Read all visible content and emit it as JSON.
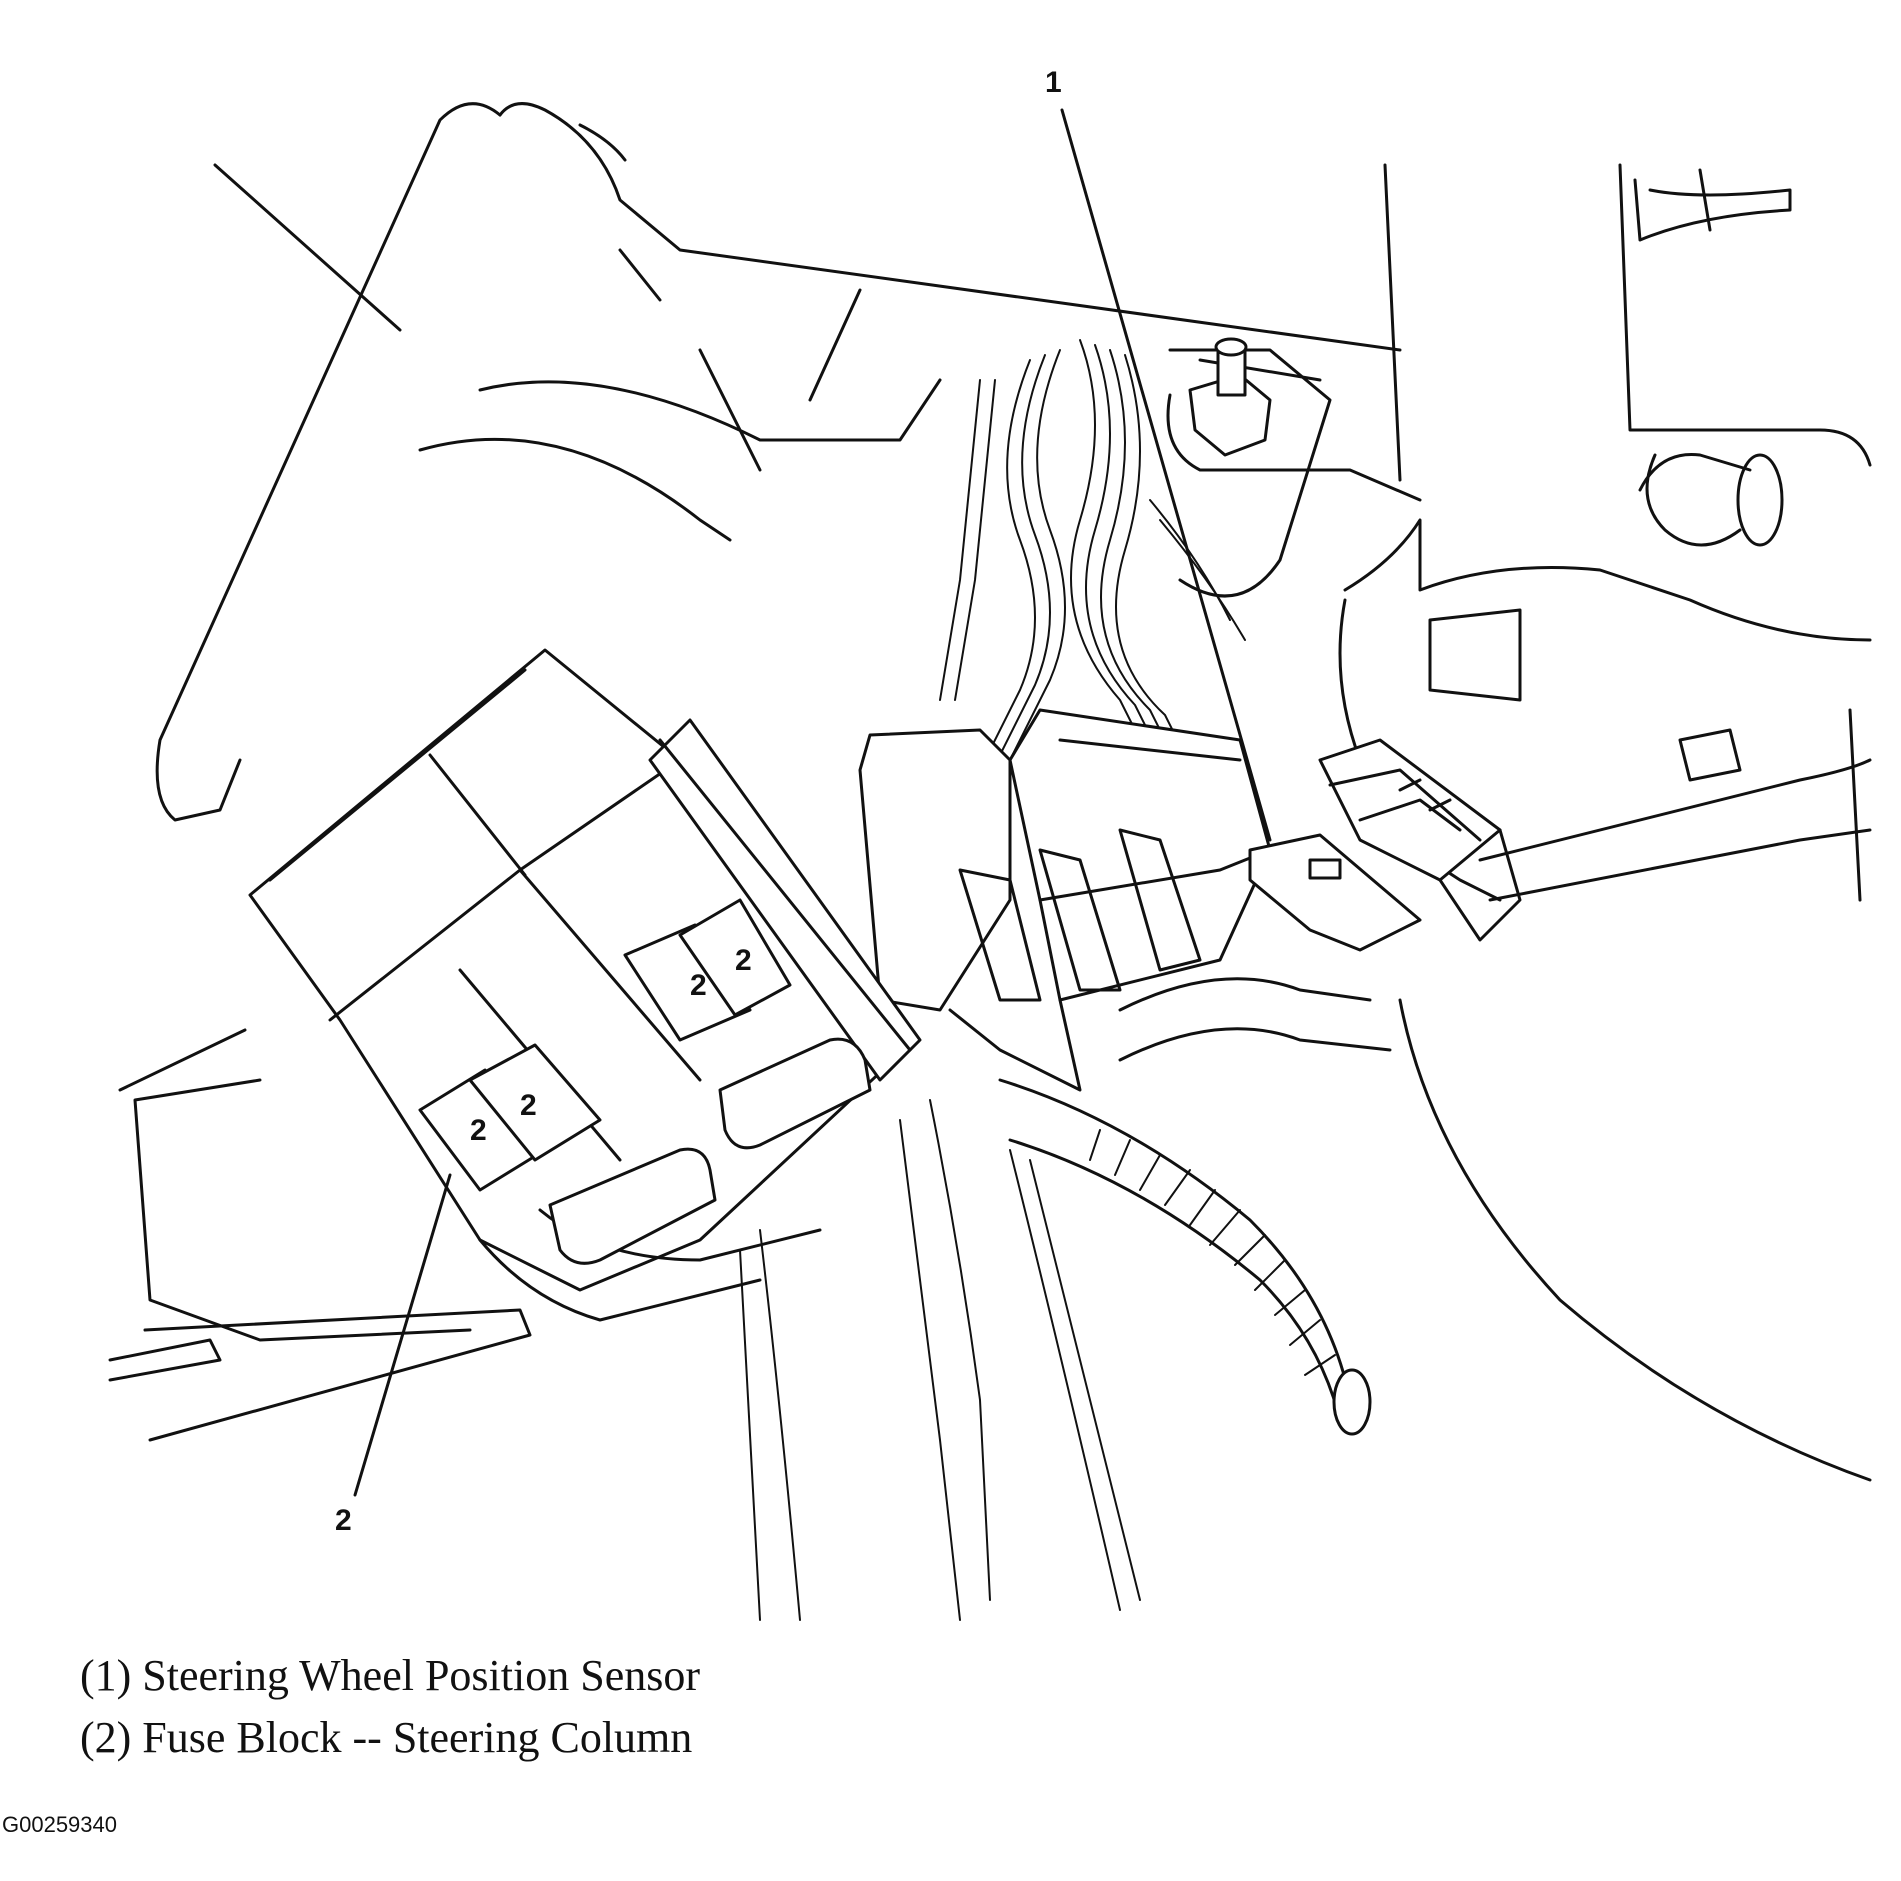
{
  "callouts": [
    {
      "number": "1",
      "label": "(1) Steering Wheel Position Sensor"
    },
    {
      "number": "2",
      "label": "(2) Fuse Block -- Steering Column"
    }
  ],
  "fuse_marking": "2",
  "figure_id": "G00259340"
}
